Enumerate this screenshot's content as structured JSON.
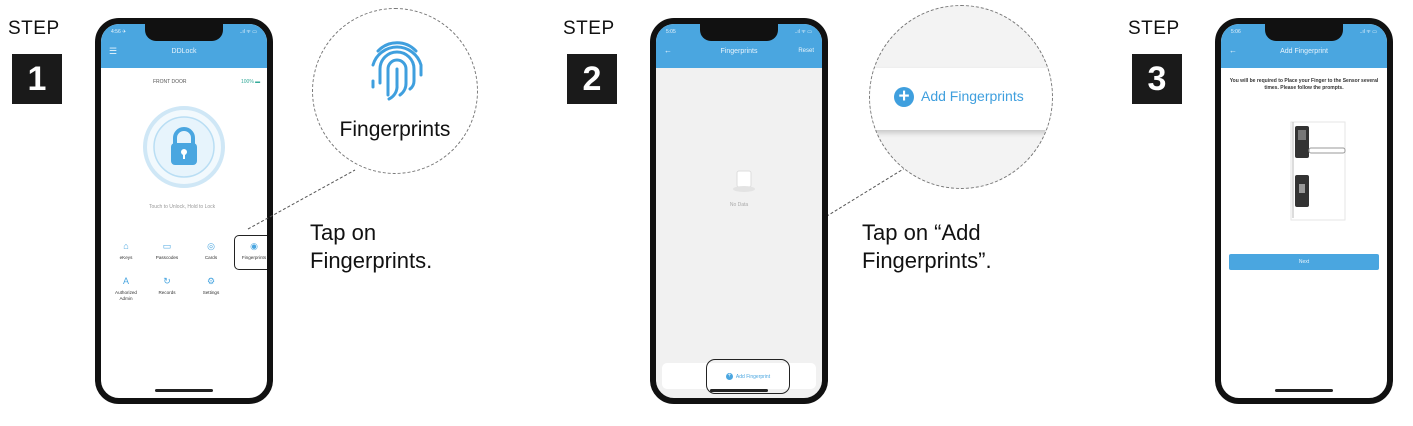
{
  "steps": [
    {
      "word": "STEP",
      "number": "1",
      "caption_line1": "Tap on",
      "caption_line2": "Fingerprints.",
      "zoom_label": "Fingerprints",
      "phone": {
        "status_time": "4:56 ✈",
        "status_right": "..ıl ᯤ ▭",
        "title": "DDLock",
        "lock_name": "FRONT DOOR",
        "battery": "100% ▬",
        "hint": "Touch to Unlock, Hold to Lock",
        "grid": [
          {
            "icon": "⌂",
            "label": "eKeys"
          },
          {
            "icon": "▭",
            "label": "Passcodes"
          },
          {
            "icon": "◎",
            "label": "Cards"
          },
          {
            "icon": "◉",
            "label": "Fingerprints"
          },
          {
            "icon": "A",
            "label": "Authorized Admin"
          },
          {
            "icon": "↻",
            "label": "Records"
          },
          {
            "icon": "⚙",
            "label": "Settings"
          }
        ]
      }
    },
    {
      "word": "STEP",
      "number": "2",
      "caption_line1": "Tap on “Add",
      "caption_line2": "Fingerprints”.",
      "zoom_label": "Add Fingerprints",
      "phone": {
        "status_time": "5:05",
        "status_right": "..ıl ᯤ ▭",
        "title": "Fingerprints",
        "header_right": "Reset",
        "empty_text": "No Data",
        "button_label": "Add Fingerprint"
      }
    },
    {
      "word": "STEP",
      "number": "3",
      "phone": {
        "status_time": "5:06",
        "status_right": "..ıl ᯤ ▭",
        "title": "Add Fingerprint",
        "instruction": "You will be required to Place your Finger to the Sensor several times. Please follow the prompts.",
        "button_label": "Next"
      }
    }
  ],
  "colors": {
    "accent": "#4aa6e0",
    "step_box": "#1a1a1a"
  }
}
